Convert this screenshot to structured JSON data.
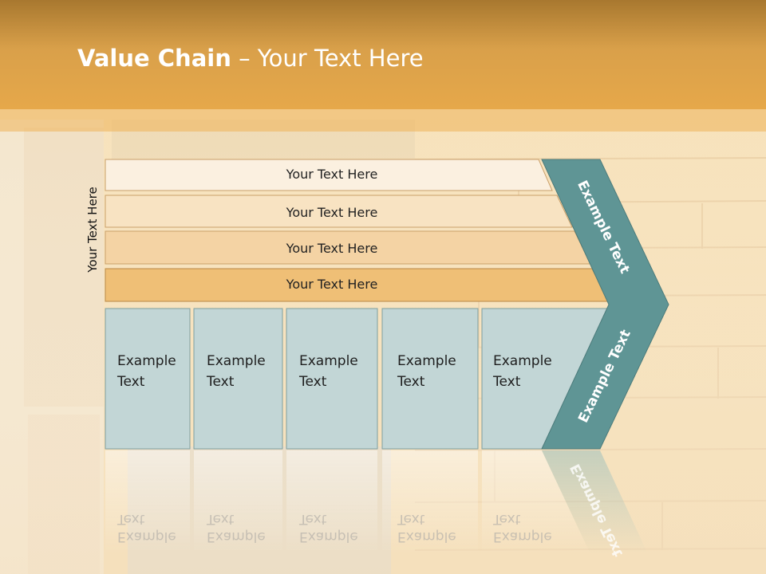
{
  "slide": {
    "title_bold": "Value Chain",
    "title_rest": " – Your Text Here",
    "side_label": "Your Text Here"
  },
  "rows": [
    {
      "label": "Your Text Here"
    },
    {
      "label": "Your Text Here"
    },
    {
      "label": "Your Text Here"
    },
    {
      "label": "Your Text Here"
    }
  ],
  "cells": [
    {
      "line1": "Example",
      "line2": "Text"
    },
    {
      "line1": "Example",
      "line2": "Text"
    },
    {
      "line1": "Example",
      "line2": "Text"
    },
    {
      "line1": "Example",
      "line2": "Text"
    },
    {
      "line1": "Example",
      "line2": "Text"
    }
  ],
  "chevron": {
    "upper_label": "Example Text",
    "lower_label": "Example Text"
  },
  "colors": {
    "title_bar": "#e6a84a",
    "chevron": "#5f9595",
    "cell_fill": "#c2d6d6",
    "row_fills": [
      "#fbf0e0",
      "#f8e3c2",
      "#f4d3a4",
      "#efbf76"
    ]
  }
}
